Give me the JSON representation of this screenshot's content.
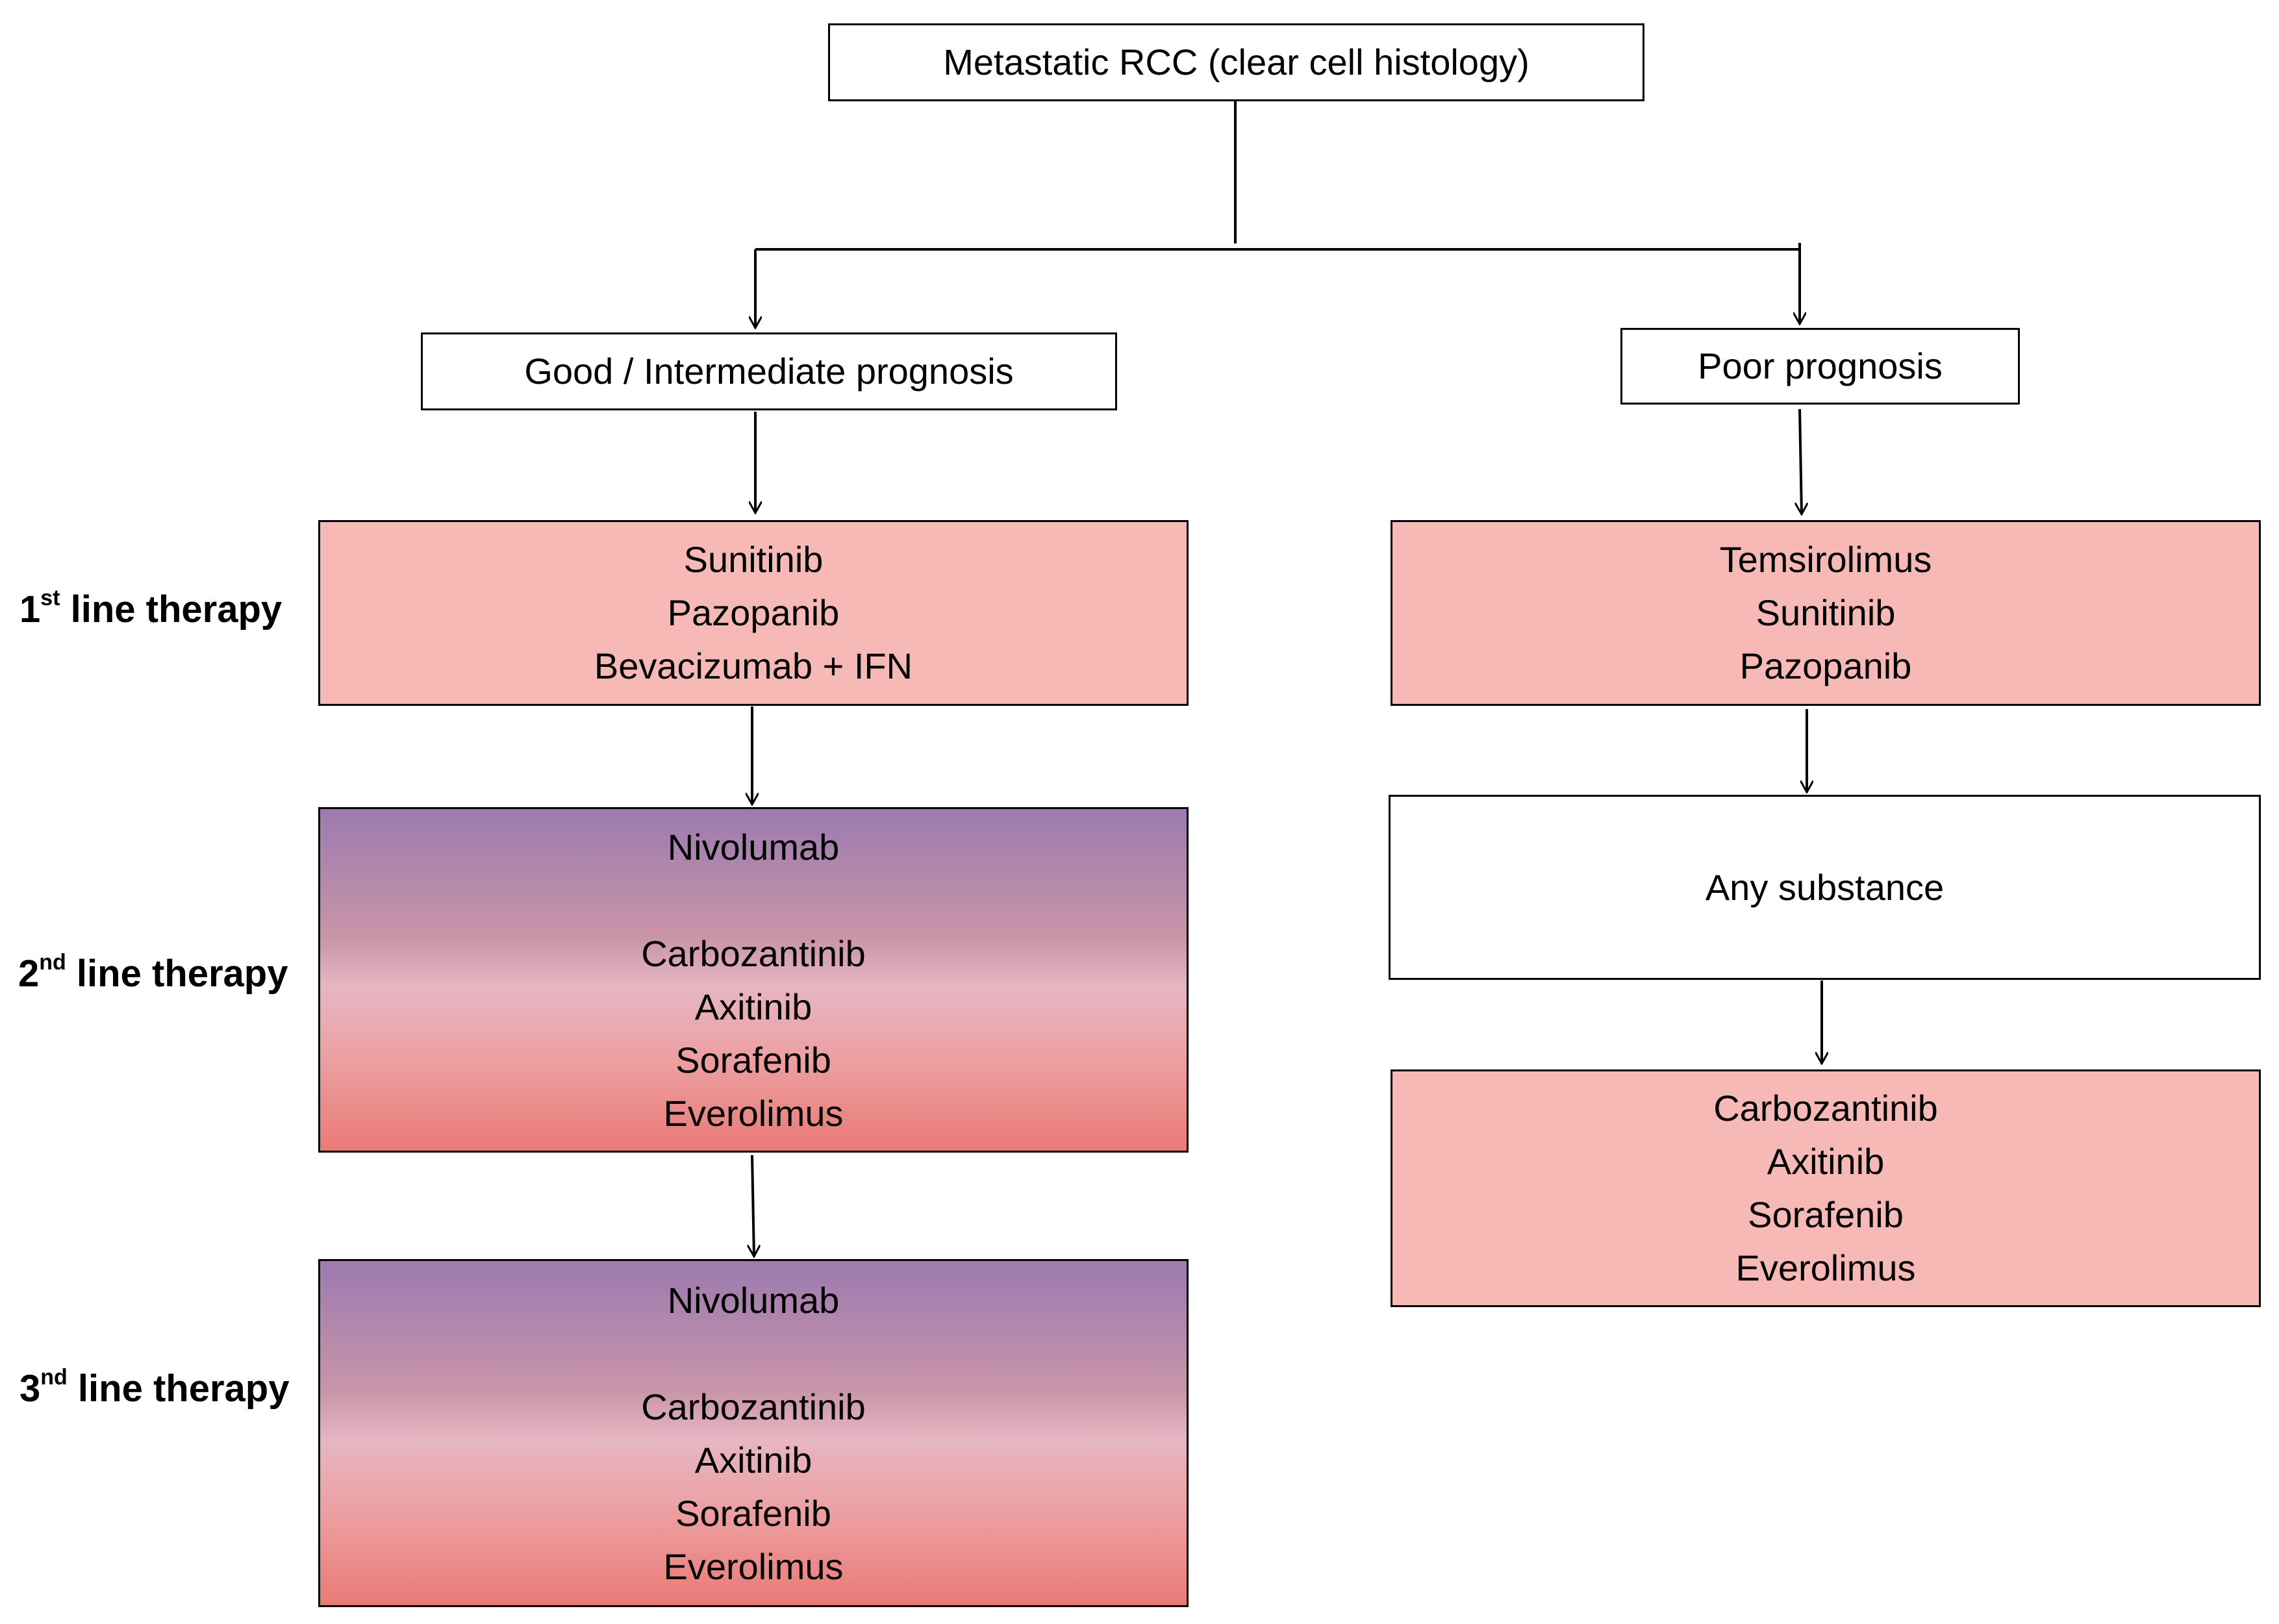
{
  "root": "Metastatic RCC (clear cell histology)",
  "branches": {
    "good": "Good / Intermediate prognosis",
    "poor": "Poor prognosis"
  },
  "line_labels": [
    {
      "num": "1",
      "sup": "st",
      "text": " line therapy"
    },
    {
      "num": "2",
      "sup": "nd",
      "text": " line therapy"
    },
    {
      "num": "3",
      "sup": "nd",
      "text": " line therapy"
    }
  ],
  "good_path": {
    "first_line": [
      "Sunitinib",
      "Pazopanib",
      "Bevacizumab + IFN"
    ],
    "second_line": {
      "top": "Nivolumab",
      "rest": [
        "Carbozantinib",
        "Axitinib",
        "Sorafenib",
        "Everolimus"
      ]
    },
    "third_line": {
      "top": "Nivolumab",
      "rest": [
        "Carbozantinib",
        "Axitinib",
        "Sorafenib",
        "Everolimus"
      ]
    }
  },
  "poor_path": {
    "first_line": [
      "Temsirolimus",
      "Sunitinib",
      "Pazopanib"
    ],
    "second_line": "Any substance",
    "third_line": [
      "Carbozantinib",
      "Axitinib",
      "Sorafenib",
      "Everolimus"
    ]
  }
}
